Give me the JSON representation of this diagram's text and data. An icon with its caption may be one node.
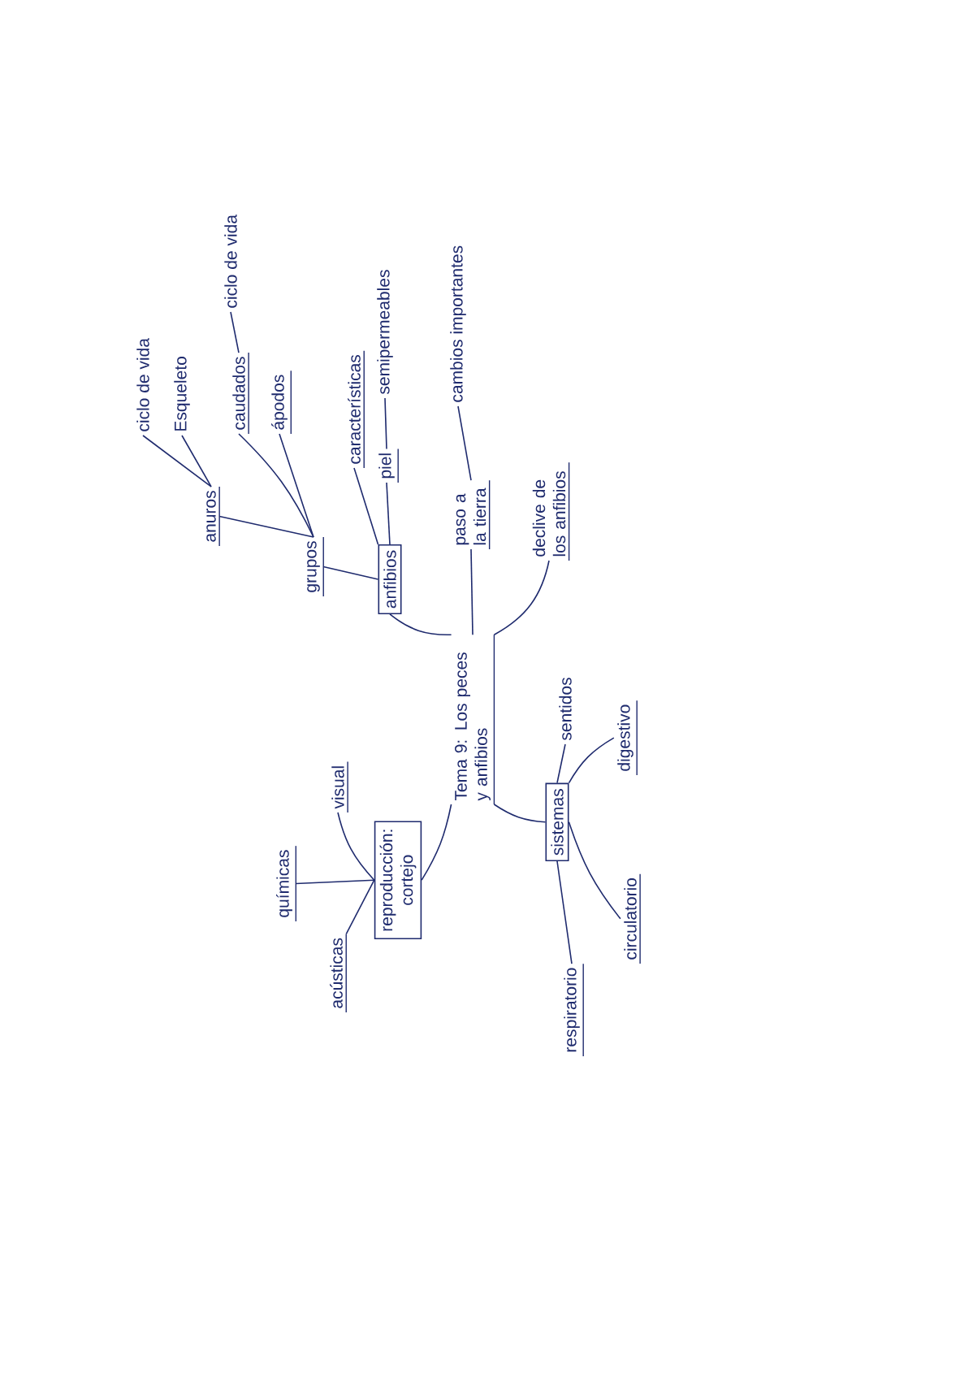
{
  "diagram": {
    "nodes": [
      {
        "text": [
          "Tema 9: Los peces y anfibios"
        ]
      },
      {
        "text": [
          "anfibios"
        ]
      },
      {
        "text": [
          "grupos"
        ]
      },
      {
        "text": [
          "anuros"
        ]
      },
      {
        "text": [
          "ciclo de vida"
        ]
      },
      {
        "text": [
          "Esqueleto"
        ]
      },
      {
        "text": [
          "caudados"
        ]
      },
      {
        "text": [
          "ciclo de vida"
        ]
      },
      {
        "text": [
          "ápodos"
        ]
      },
      {
        "text": [
          "características"
        ]
      },
      {
        "text": [
          "piel"
        ]
      },
      {
        "text": [
          "semipermeables"
        ]
      },
      {
        "text": [
          "paso a la tierra"
        ]
      },
      {
        "text": [
          "cambios importantes"
        ]
      },
      {
        "text": [
          "declive de los anfibios"
        ]
      },
      {
        "text": [
          "reproducción: cortejo"
        ]
      },
      {
        "text": [
          "visual"
        ]
      },
      {
        "text": [
          "químicas"
        ]
      },
      {
        "text": [
          "acústicas"
        ]
      },
      {
        "text": [
          "sistemas"
        ]
      },
      {
        "text": [
          "sentidos"
        ]
      },
      {
        "text": [
          "digestivo"
        ]
      },
      {
        "text": [
          "circulatorio"
        ]
      },
      {
        "text": [
          "respiratorio"
        ]
      }
    ],
    "edges": [
      {
        "from": 0,
        "to": 1,
        "arrow": "none"
      },
      {
        "from": 1,
        "to": 2,
        "arrow": "none"
      },
      {
        "from": 2,
        "to": 3,
        "arrow": "none"
      },
      {
        "from": 3,
        "to": 4,
        "arrow": "none"
      },
      {
        "from": 3,
        "to": 5,
        "arrow": "none"
      },
      {
        "from": 2,
        "to": 6,
        "arrow": "none"
      },
      {
        "from": 6,
        "to": 7,
        "arrow": "none"
      },
      {
        "from": 2,
        "to": 8,
        "arrow": "none"
      },
      {
        "from": 1,
        "to": 9,
        "arrow": "none"
      },
      {
        "from": 1,
        "to": 10,
        "arrow": "none"
      },
      {
        "from": 10,
        "to": 11,
        "arrow": "none"
      },
      {
        "from": 0,
        "to": 12,
        "arrow": "none"
      },
      {
        "from": 12,
        "to": 13,
        "arrow": "none"
      },
      {
        "from": 0,
        "to": 14,
        "arrow": "none"
      },
      {
        "from": 0,
        "to": 15,
        "arrow": "none"
      },
      {
        "from": 15,
        "to": 16,
        "arrow": "none"
      },
      {
        "from": 15,
        "to": 17,
        "arrow": "none"
      },
      {
        "from": 15,
        "to": 18,
        "arrow": "none"
      },
      {
        "from": 0,
        "to": 19,
        "arrow": "none"
      },
      {
        "from": 19,
        "to": 20,
        "arrow": "none"
      },
      {
        "from": 19,
        "to": 21,
        "arrow": "none"
      },
      {
        "from": 19,
        "to": 22,
        "arrow": "none"
      },
      {
        "from": 19,
        "to": 23,
        "arrow": "none"
      }
    ]
  }
}
